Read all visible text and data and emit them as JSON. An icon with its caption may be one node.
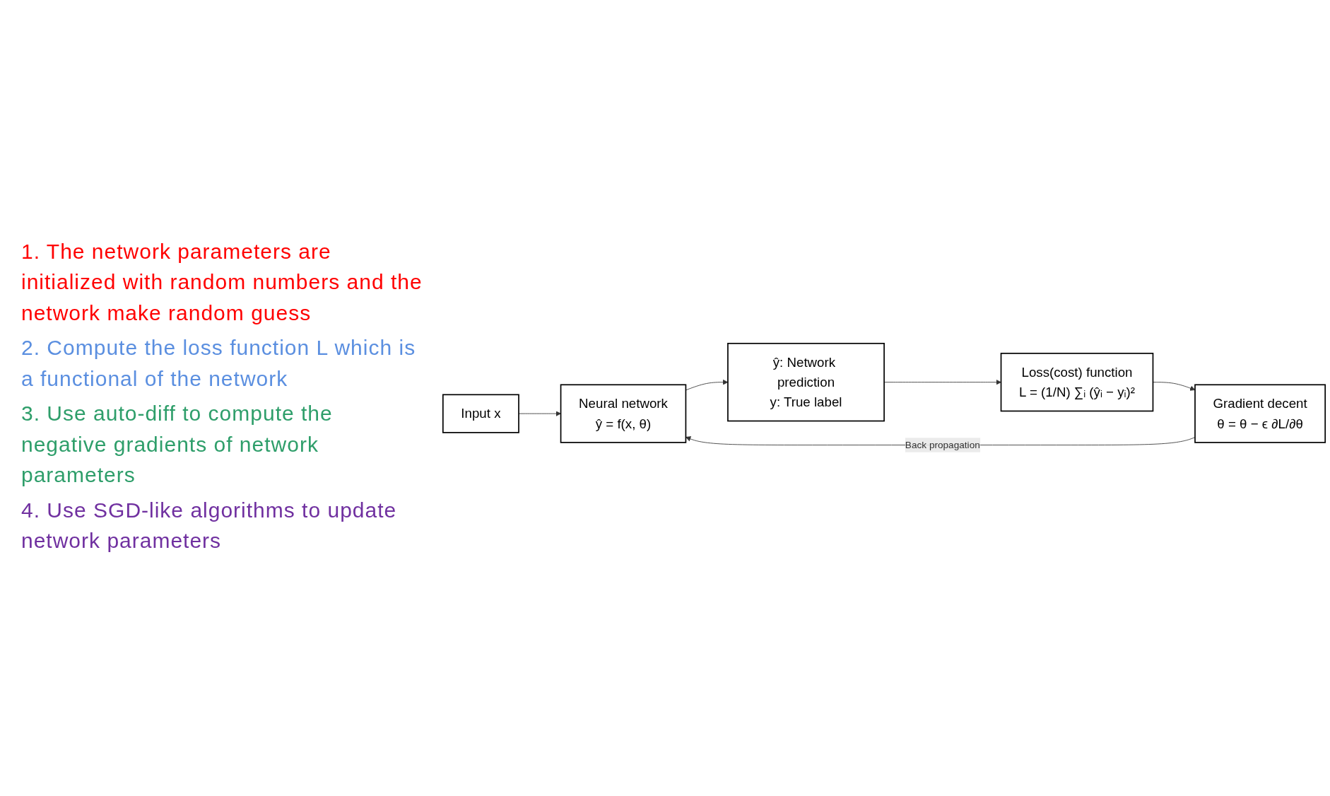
{
  "diagram": {
    "nodes": [
      {
        "text": [
          "Input x"
        ]
      },
      {
        "text": [
          "Neural network",
          "ŷ = f(x, θ)"
        ]
      },
      {
        "text": [
          "ŷ: Network prediction",
          "y: True label"
        ]
      },
      {
        "text": [
          "Loss(cost) function",
          "L = (1/N) ∑ᵢ (ŷᵢ − yᵢ)²"
        ]
      },
      {
        "text": [
          "Gradient decent",
          "θ = θ − ϵ ∂L/∂θ"
        ]
      }
    ],
    "edges": [
      {
        "from": 0,
        "to": 1,
        "arrow": "to"
      },
      {
        "from": 1,
        "to": 2,
        "arrow": "to"
      },
      {
        "from": 2,
        "to": 3,
        "arrow": "to"
      },
      {
        "from": 3,
        "to": 4,
        "arrow": "to"
      },
      {
        "from": 4,
        "to": 1,
        "arrow": "to",
        "label": "Back propagation"
      }
    ],
    "labels": [
      "1. The network parameters are initialized with random numbers and the network make random guess",
      "2. Compute the loss function L which is a functional of the network",
      "3. Use auto-diff to compute the negative gradients of network parameters",
      "4. Use SGD-like algorithms to update network parameters"
    ]
  }
}
